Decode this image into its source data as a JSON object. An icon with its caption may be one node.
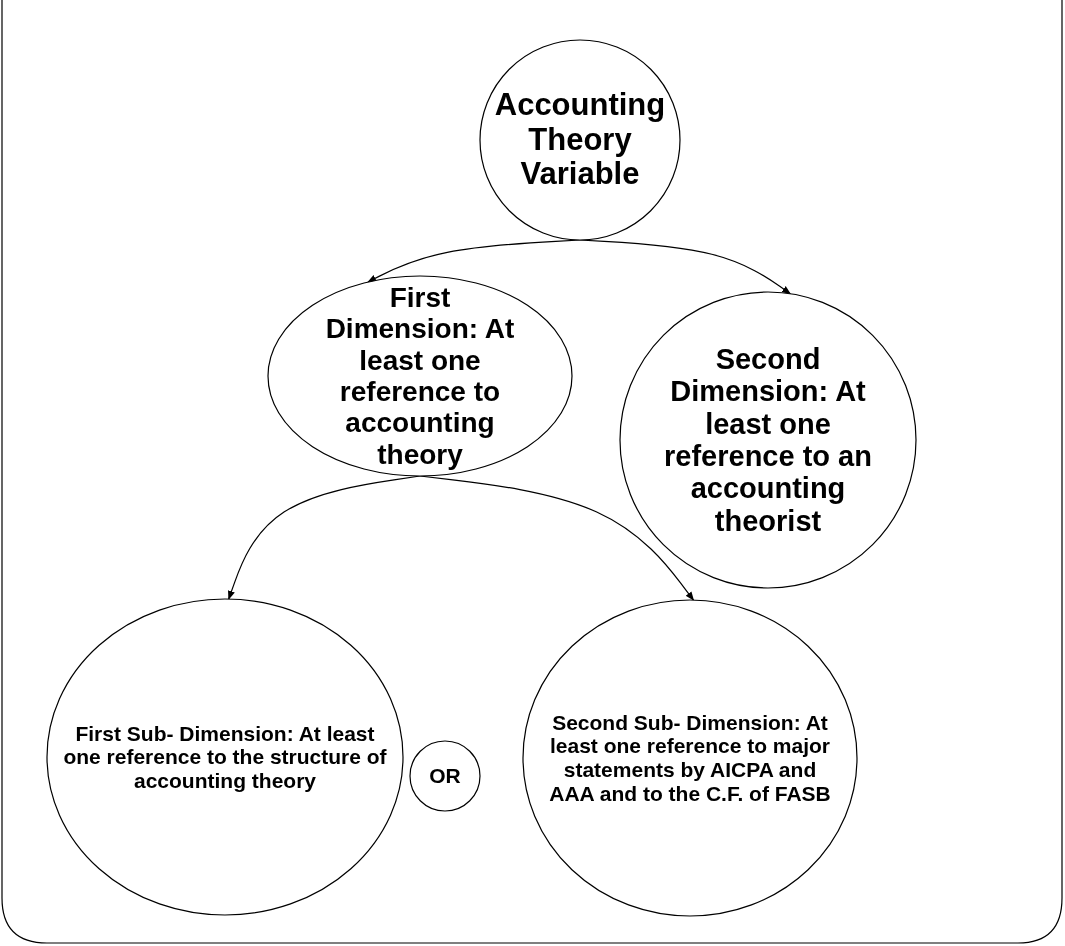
{
  "diagram": {
    "nodes": [
      {
        "text": [
          "Accounting Theory Variable"
        ]
      },
      {
        "text": [
          "First Dimension: At least one reference to accounting theory"
        ]
      },
      {
        "text": [
          "Second Dimension: At least one reference to an accounting theorist"
        ]
      },
      {
        "text": [
          "First Sub- Dimension: At least one reference to the structure of accounting theory"
        ]
      },
      {
        "text": [
          "OR"
        ]
      },
      {
        "text": [
          "Second Sub- Dimension: At least one reference to major statements by AICPA and AAA and to the C.F. of FASB"
        ]
      }
    ],
    "edges": [
      {
        "from": 0,
        "to": 1,
        "arrow": "to"
      },
      {
        "from": 0,
        "to": 2,
        "arrow": "to"
      },
      {
        "from": 1,
        "to": 3,
        "arrow": "to"
      },
      {
        "from": 1,
        "to": 5,
        "arrow": "to"
      }
    ]
  }
}
